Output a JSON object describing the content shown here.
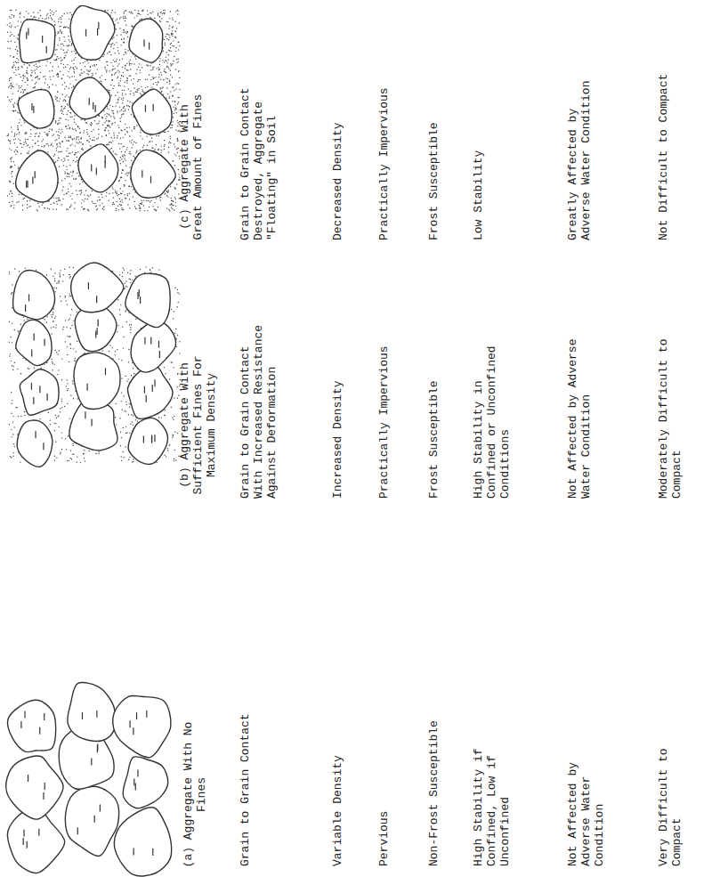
{
  "diagram": {
    "nodes": [
      {
        "text": [
          "(a) Aggregate With No Fines"
        ]
      },
      {
        "text": [
          "(b) Aggregate With Sufficient Fines For Maximum Density"
        ]
      },
      {
        "text": [
          "(c) Aggregate With Great Amount of Fines"
        ]
      }
    ],
    "labels": [
      "Grain to Grain Contact",
      "Variable Density",
      "Pervious",
      "Non-Frost Susceptible",
      "High Stability if Confined, Low if Unconfined",
      "Not Affected by Adverse Water Condition",
      "Very Difficult to Compact",
      "Grain to Grain Contact With Increased Resistance Against Deformation",
      "Increased Density",
      "Practically Impervious",
      "Frost Susceptible",
      "High Stability in Confined or Unconfined Conditions",
      "Not Affected by Adverse Water Condition",
      "Moderately Difficult to Compact",
      "Grain to Grain Contact Destroyed, Aggregate \"Floating\" in Soil",
      "Decreased Density",
      "Practically Impervious",
      "Frost Susceptible",
      "Low Stability",
      "Greatly Affected by Adverse Water Condition",
      "Not Difficult to Compact"
    ]
  }
}
